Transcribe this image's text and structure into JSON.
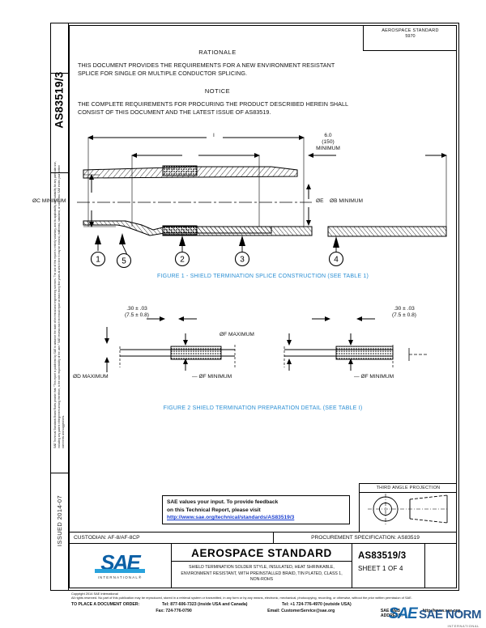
{
  "document": {
    "vertical_doc_number": "AS83519/3",
    "vertical_issued": "ISSUED 2014-07",
    "legal_notice": "SAE Technical Standards Board Rules provide that: “This report is published by SAE to advance the state of technical and engineering sciences. The use of this report is entirely voluntary, and its applicability and suitability for any particular use, including any patent infringement arising therefrom, is the sole responsibility of the user.” SAE reviews each technical report at least every five years at which time it may be revised, reaffirmed, stabilized, or cancelled. SAE invites your written comments and suggestions."
  },
  "revision_box": {
    "line1": "AEROSPACE STANDARD",
    "line2": "5970"
  },
  "rationale": {
    "title": "RATIONALE",
    "body": "THIS DOCUMENT PROVIDES THE REQUIREMENTS FOR A NEW ENVIRONMENT RESISTANT SPLICE FOR SINGLE OR MULTIPLE CONDUCTOR SPLICING."
  },
  "notice": {
    "title": "NOTICE",
    "body": "THE COMPLETE REQUIREMENTS FOR PROCURING THE PRODUCT DESCRIBED HEREIN SHALL CONSIST OF THIS DOCUMENT AND THE LATEST ISSUE OF AS83519."
  },
  "figure1": {
    "caption": "FIGURE 1 - SHIELD TERMINATION SPLICE CONSTRUCTION (SEE TABLE 1)",
    "dim_overall": "I",
    "dim_inner": "",
    "dim_min_len_value": "6.0",
    "dim_min_len_metric": "(150)",
    "dim_min_len_word": "MINIMUM",
    "label_c": "ØC MINIMUM",
    "label_b": "ØB MINIMUM",
    "label_e": "ØE",
    "balloons": [
      "1",
      "5",
      "2",
      "3",
      "4"
    ]
  },
  "figure2": {
    "caption": "FIGURE 2  SHIELD TERMINATION PREPARATION DETAIL (SEE TABLE I)",
    "dim_left_value": ".30 ± .03",
    "dim_left_metric": "(7.5 ± 0.8)",
    "dim_right_value": ".30 ± .03",
    "dim_right_metric": "(7.5 ± 0.8)",
    "label_d": "ØD MAXIMUM",
    "label_f_max": "ØF MAXIMUM",
    "label_f_min_left": "ØF MINIMUM",
    "label_f_min_right": "ØF MINIMUM"
  },
  "feedback": {
    "line1": "SAE values your input. To provide feedback",
    "line2": "on this Technical Report, please visit",
    "link": "http://www.sae.org/technical/standards/AS83519/3"
  },
  "third_angle": {
    "label": "THIRD ANGLE PROJECTION"
  },
  "title_block": {
    "custodian": "CUSTODIAN: AF-8/AF-8CP",
    "procurement": "PROCUREMENT SPECIFICATION: AS83519",
    "logo_text": "SAE",
    "logo_sub": "INTERNATIONAL®",
    "standard_title": "AEROSPACE STANDARD",
    "description": "SHIELD TERMINATION SOLDER STYLE, INSULATED, HEAT SHRINKABLE, ENVIRONMENT RESISTANT, WITH PREINSTALLED BRAID, TIN PLATED, CLASS 1, NON-ROHS",
    "doc_number": "AS83519/3",
    "sheet": "SHEET 1 OF 4"
  },
  "footer": {
    "copyright": "Copyright 2014 SAE International",
    "rights": "All rights reserved. No part of this publication may be reproduced, stored in a retrieval system or transmitted, in any form or by any means, electronic, mechanical, photocopying, recording, or otherwise, without the prior written permission of SAE.",
    "order_label": "TO PLACE A DOCUMENT ORDER:",
    "tel_inside": "Tel: 877-606-7323 (inside USA and Canada)",
    "tel_outside": "Tel: +1 724-776-4970 (outside USA)",
    "fax": "Fax: 724-776-0790",
    "email": "Email: CustomerService@sae.org",
    "web_label": "SAE WEB ADDRESS:",
    "web": "http://www.sae.org"
  },
  "watermark": {
    "brand": "SAE",
    "text": "SAE NORM",
    "sub": "INTERNATIONAL"
  },
  "colors": {
    "caption_blue": "#2b8fd4",
    "link_blue": "#1a3fd0",
    "sae_blue": "#0b5fa5"
  }
}
